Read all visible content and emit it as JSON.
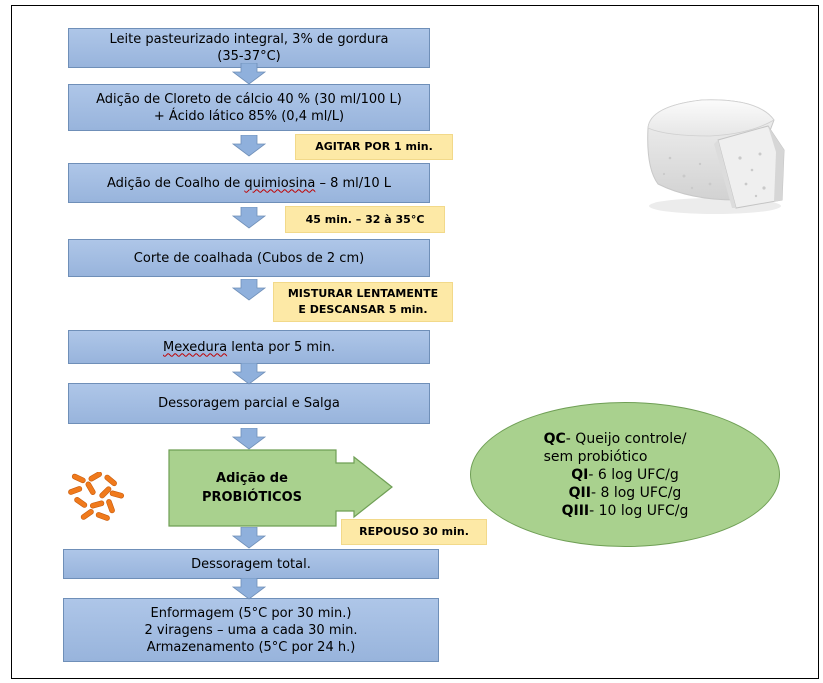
{
  "steps": [
    {
      "lines": [
        "Leite pasteurizado integral, 3% de gordura",
        "(35-37°C)"
      ]
    },
    {
      "lines": [
        "Adição de Cloreto de cálcio 40 % (30 ml/100 L)",
        "+ Ácido lático 85% (0,4 ml/L)"
      ]
    },
    {
      "pre": "Adição de Coalho de ",
      "underlined": "quimiosina",
      "post": " – 8 ml/10 L"
    },
    {
      "lines": [
        "Corte de coalhada (Cubos de 2 cm)"
      ]
    },
    {
      "underlined": "Mexedura",
      "post": " lenta por 5 min."
    },
    {
      "lines": [
        "Dessoragem parcial e Salga"
      ]
    },
    {
      "lines": [
        "Adição de",
        "PROBIÓTICOS"
      ]
    },
    {
      "lines": [
        "Dessoragem total."
      ]
    },
    {
      "lines": [
        "Enformagem (5°C por 30 min.)",
        "2 viragens – uma a cada 30 min.",
        "Armazenamento (5°C por 24 h.)"
      ]
    }
  ],
  "notes": [
    {
      "lines": [
        "AGITAR POR 1 min."
      ]
    },
    {
      "lines": [
        "45 min. – 32 à 35°C"
      ]
    },
    {
      "lines": [
        "MISTURAR LENTAMENTE",
        "E DESCANSAR 5 min."
      ]
    },
    {
      "lines": [
        "REPOUSO 30 min."
      ]
    }
  ],
  "treatments": [
    {
      "code": "QC",
      "text": "- Queijo controle/"
    },
    {
      "code": "",
      "text": "sem probiótico"
    },
    {
      "code": "QI",
      "text": "- 6 log UFC/g"
    },
    {
      "code": "QII",
      "text": "- 8 log UFC/g"
    },
    {
      "code": "QIII",
      "text": "- 10 log UFC/g"
    }
  ],
  "colors": {
    "step_fill": "#a6bfe3",
    "note_fill": "#fde9a6",
    "probiotic_fill": "#a9d18e",
    "arrow_fill": "#8fb0dc",
    "capsule": "#f07a1c"
  },
  "icons": {
    "cheese": "cheese-wheel-image",
    "capsules": "probiotic-capsules-image"
  }
}
